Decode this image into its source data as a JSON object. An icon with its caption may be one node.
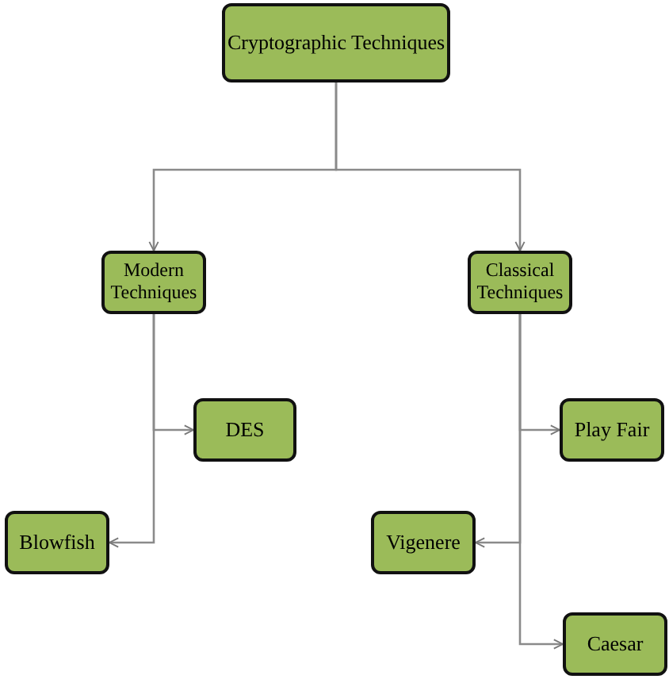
{
  "diagram": {
    "nodes": [
      {
        "text": [
          "Cryptographic Techniques"
        ]
      },
      {
        "text": [
          "Modern Techniques"
        ]
      },
      {
        "text": [
          "Classical Techniques"
        ]
      },
      {
        "text": [
          "DES"
        ]
      },
      {
        "text": [
          "Blowfish"
        ]
      },
      {
        "text": [
          "Play Fair"
        ]
      },
      {
        "text": [
          "Vigenere"
        ]
      },
      {
        "text": [
          "Caesar"
        ]
      }
    ],
    "edges": [
      {
        "from": 0,
        "to": 1,
        "arrow": "to"
      },
      {
        "from": 0,
        "to": 2,
        "arrow": "to"
      },
      {
        "from": 1,
        "to": 3,
        "arrow": "to"
      },
      {
        "from": 1,
        "to": 4,
        "arrow": "to"
      },
      {
        "from": 2,
        "to": 5,
        "arrow": "to"
      },
      {
        "from": 2,
        "to": 6,
        "arrow": "to"
      },
      {
        "from": 2,
        "to": 7,
        "arrow": "to"
      }
    ]
  }
}
